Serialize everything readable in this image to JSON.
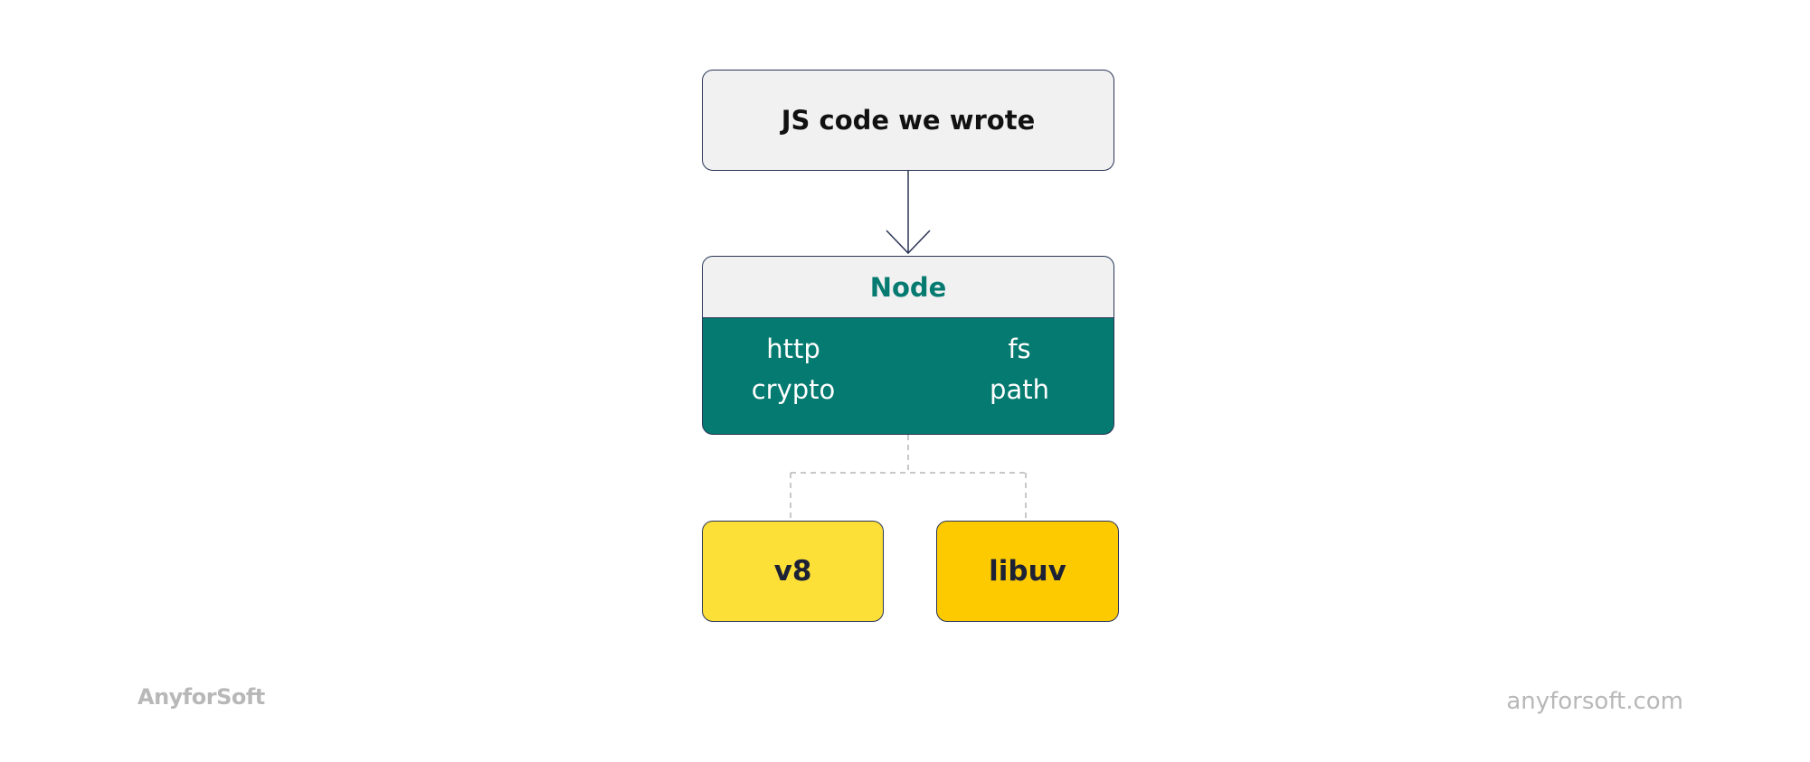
{
  "diagram": {
    "source_label": "JS code we wrote",
    "node": {
      "title": "Node",
      "modules": [
        "http",
        "fs",
        "crypto",
        "path"
      ]
    },
    "dependencies": [
      {
        "label": "v8"
      },
      {
        "label": "libuv"
      }
    ]
  },
  "footer": {
    "brand": "AnyforSoft",
    "site": "anyforsoft.com"
  },
  "colors": {
    "node_teal": "#057a70",
    "box_light": "#f1f1f1",
    "v8_yellow": "#fcdf37",
    "libuv_yellow": "#fdca00",
    "outline_navy": "#2a3556",
    "footer_gray": "#b8b8b8"
  }
}
